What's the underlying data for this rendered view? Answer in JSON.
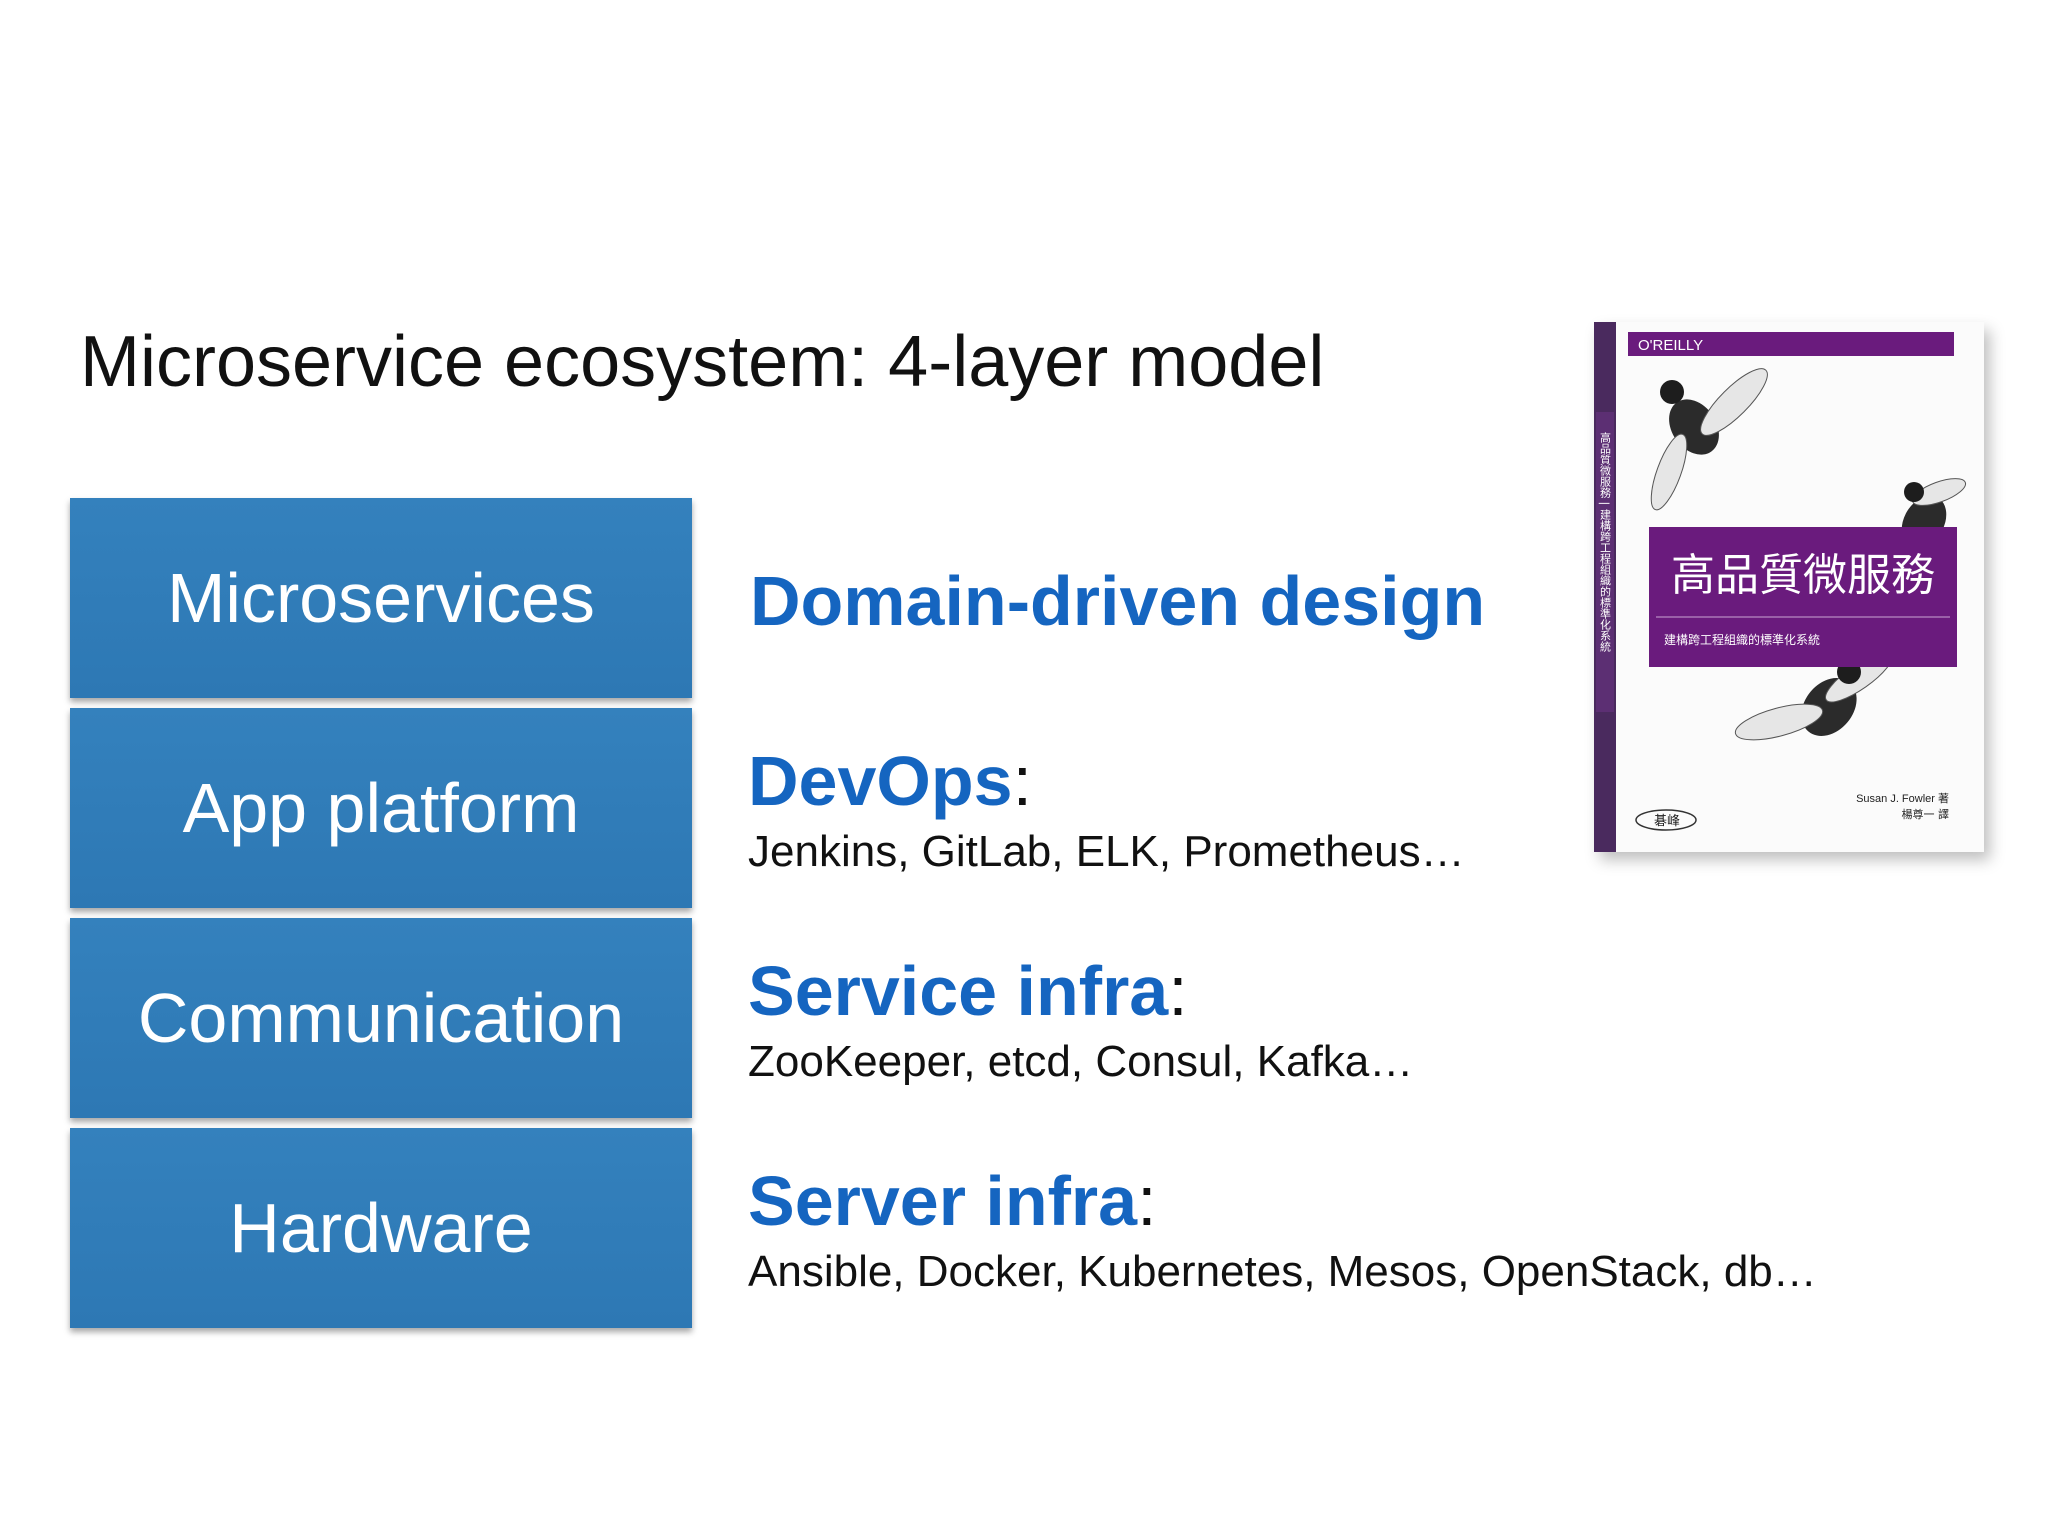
{
  "slide": {
    "title": "Microservice ecosystem: 4-layer model"
  },
  "layers": [
    {
      "label": "Microservices"
    },
    {
      "label": "App platform"
    },
    {
      "label": "Communication"
    },
    {
      "label": "Hardware"
    }
  ],
  "descriptions": [
    {
      "heading": "Domain-driven design",
      "colon": "",
      "tools": ""
    },
    {
      "heading": "DevOps",
      "colon": ":",
      "tools": "Jenkins, GitLab, ELK, Prometheus…"
    },
    {
      "heading": "Service infra",
      "colon": ":",
      "tools": "ZooKeeper, etcd, Consul, Kafka…"
    },
    {
      "heading": "Server infra",
      "colon": ":",
      "tools": "Ansible, Docker, Kubernetes, Mesos, OpenStack, db…"
    }
  ],
  "book": {
    "publisher": "O'REILLY",
    "title_zh": "高品質微服務",
    "subtitle_zh": "建構跨工程組織的標準化系統",
    "author": "Susan J. Fowler 著",
    "translator": "楊尊一 譯",
    "spine_text": "高品質微服務 | 建構跨工程組織的標準化系統",
    "logo_text": "碁峰",
    "colors": {
      "band": "#6a1b7d",
      "layer_blue": "#2f7cb8",
      "heading_blue": "#1565c0"
    }
  }
}
